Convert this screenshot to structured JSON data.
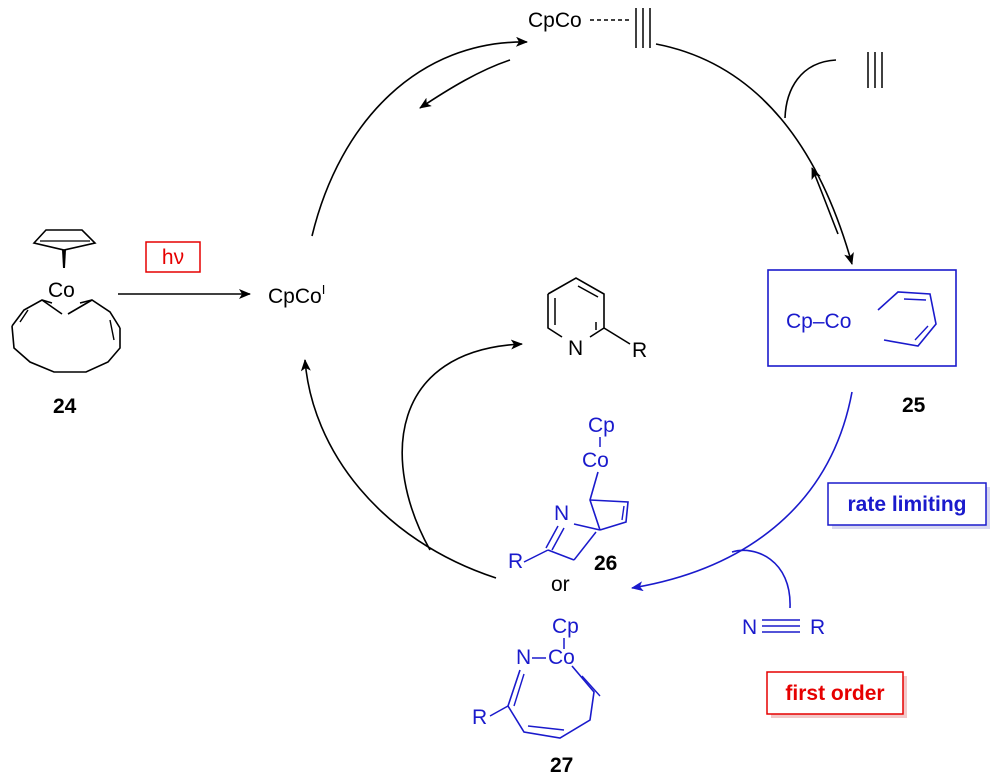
{
  "labels": {
    "cpco_alkyne": "CpCo",
    "alkyne_symbol": "|||",
    "cpco_i": "CpCo",
    "cpco_i_sup": "I",
    "hv": "hν",
    "co_24": "Co",
    "num_24": "24",
    "num_25": "25",
    "num_26": "26",
    "num_27": "27",
    "cp_co_25": "Cp–Co",
    "pyridine_n": "N",
    "pyridine_r": "R",
    "cp_26": "Cp",
    "co_26": "Co",
    "n_26": "N",
    "r_26": "R",
    "or": "or",
    "cp_27": "Cp",
    "nco_27": "N",
    "co_27": "Co",
    "r_27": "R",
    "nitrile_n": "N",
    "nitrile_r": "R",
    "rate_limiting": "rate limiting",
    "first_order": "first order"
  },
  "colors": {
    "black": "#000000",
    "blue": "#1a1acc",
    "red": "#e60000"
  }
}
